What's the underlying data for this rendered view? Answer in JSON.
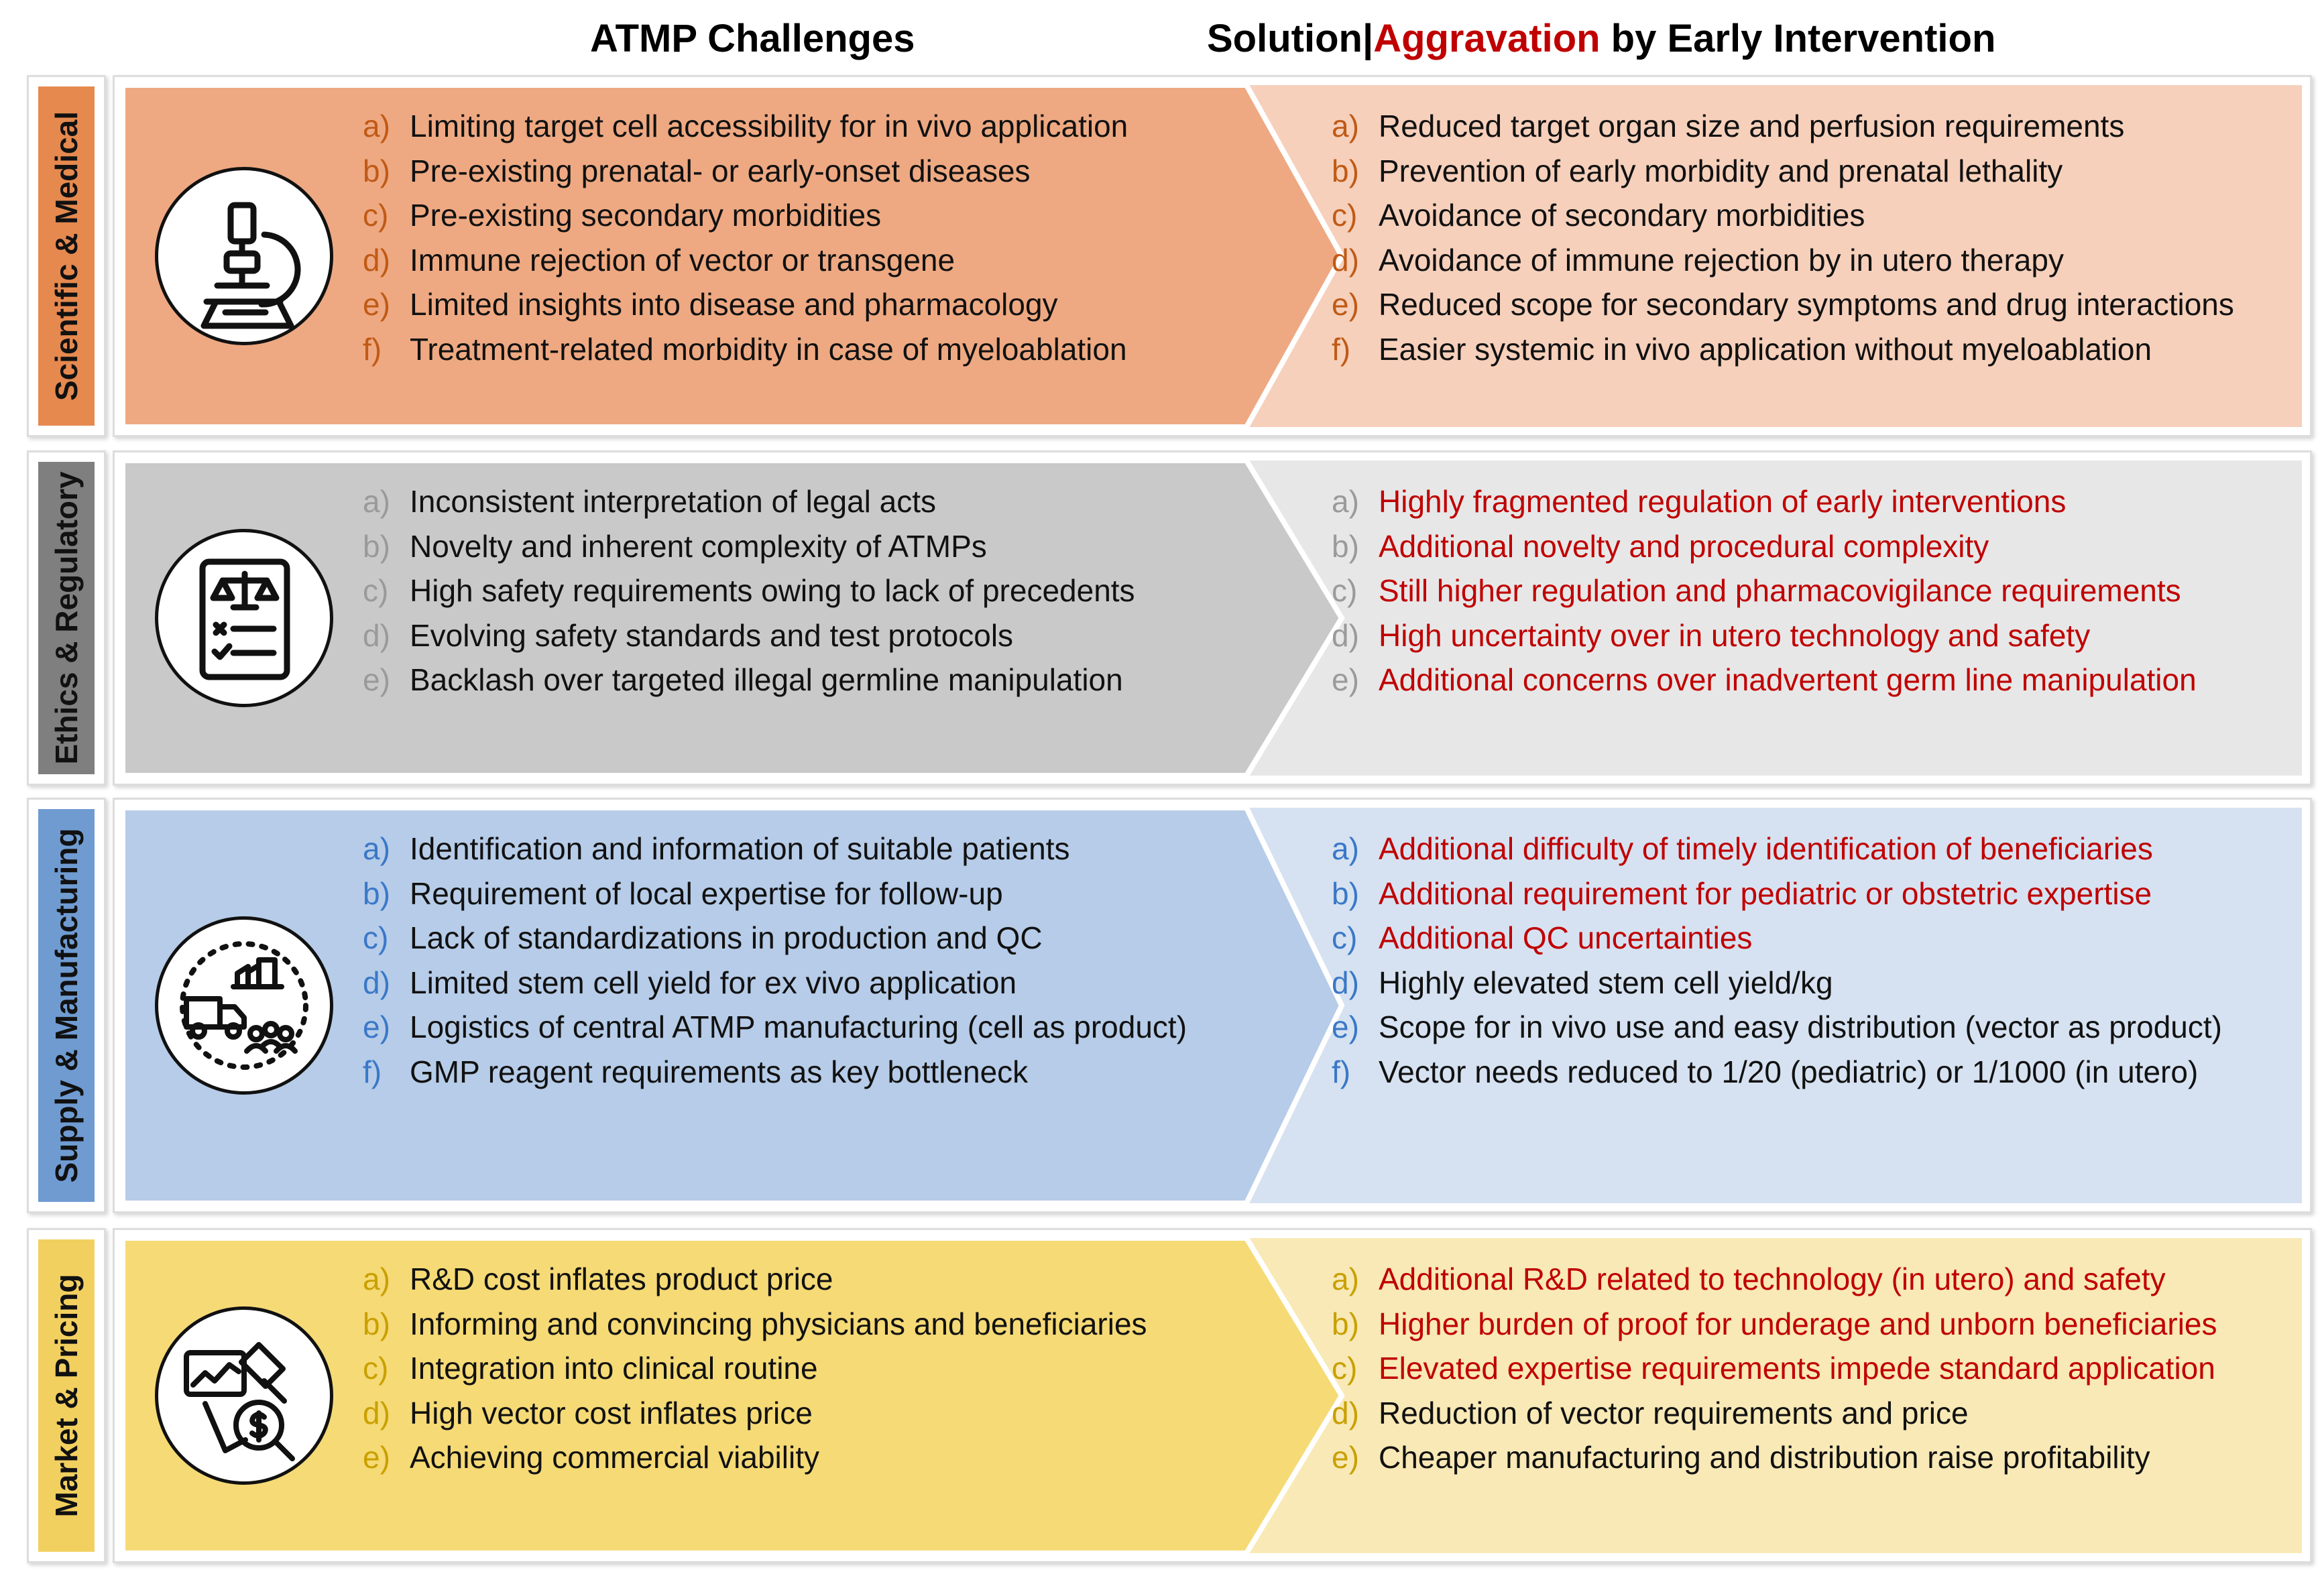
{
  "header": {
    "left_title": "ATMP Challenges",
    "right_prefix": "Solution",
    "right_separator": "|",
    "right_aggravation": "Aggravation",
    "right_suffix": " by Early Intervention"
  },
  "colors": {
    "aggravation": "#c00000",
    "scientific": {
      "tab": "#e5894f",
      "left": "#eea982",
      "right": "#f6d0bb",
      "marker": "#c05a16"
    },
    "ethics": {
      "tab": "#7f7f7f",
      "left": "#c9c9c9",
      "right": "#e7e7e7",
      "marker": "#9a9a9a"
    },
    "supply": {
      "tab": "#6f9bd1",
      "left": "#b6cce8",
      "right": "#d6e2f1",
      "marker": "#3a78c8"
    },
    "market": {
      "tab": "#f2d060",
      "left": "#f5da76",
      "right": "#f8e9b6",
      "marker": "#c9a000"
    }
  },
  "rows": [
    {
      "id": "scientific",
      "label": "Scientific & Medical",
      "icon": "microscope-icon",
      "challenges": [
        {
          "marker": "a)",
          "text": "Limiting target cell accessibility for in vivo application"
        },
        {
          "marker": "b)",
          "text": "Pre-existing prenatal- or early-onset diseases"
        },
        {
          "marker": "c)",
          "text": "Pre-existing secondary morbidities"
        },
        {
          "marker": "d)",
          "text": "Immune rejection of vector or transgene"
        },
        {
          "marker": "e)",
          "text": "Limited insights into disease and pharmacology"
        },
        {
          "marker": "f)",
          "text": "Treatment-related morbidity in case of myeloablation"
        }
      ],
      "solutions": [
        {
          "marker": "a)",
          "text": "Reduced target organ size and perfusion requirements",
          "aggravation": false
        },
        {
          "marker": "b)",
          "text": "Prevention of early morbidity and prenatal lethality",
          "aggravation": false
        },
        {
          "marker": "c)",
          "text": "Avoidance of secondary morbidities",
          "aggravation": false
        },
        {
          "marker": "d)",
          "text": "Avoidance of immune rejection by in utero therapy",
          "aggravation": false
        },
        {
          "marker": "e)",
          "text": "Reduced scope for secondary symptoms and drug interactions",
          "aggravation": false
        },
        {
          "marker": "f)",
          "text": "Easier systemic in vivo application without myeloablation",
          "aggravation": false
        }
      ]
    },
    {
      "id": "ethics",
      "label": "Ethics & Regulatory",
      "icon": "legal-document-icon",
      "challenges": [
        {
          "marker": "a)",
          "text": "Inconsistent interpretation of legal acts"
        },
        {
          "marker": "b)",
          "text": "Novelty and inherent complexity of ATMPs"
        },
        {
          "marker": "c)",
          "text": "High safety requirements owing to lack of precedents"
        },
        {
          "marker": "d)",
          "text": "Evolving safety standards and test protocols"
        },
        {
          "marker": "e)",
          "text": "Backlash over targeted illegal germline manipulation"
        }
      ],
      "solutions": [
        {
          "marker": "a)",
          "text": "Highly fragmented regulation of early interventions",
          "aggravation": true
        },
        {
          "marker": "b)",
          "text": "Additional novelty and procedural complexity",
          "aggravation": true
        },
        {
          "marker": "c)",
          "text": "Still higher regulation and pharmacovigilance requirements",
          "aggravation": true
        },
        {
          "marker": "d)",
          "text": "High uncertainty over in utero technology and safety",
          "aggravation": true
        },
        {
          "marker": "e)",
          "text": "Additional concerns over inadvertent germ line manipulation",
          "aggravation": true
        }
      ]
    },
    {
      "id": "supply",
      "label": "Supply & Manufacturing",
      "icon": "logistics-icon",
      "challenges": [
        {
          "marker": "a)",
          "text": "Identification and information of suitable patients"
        },
        {
          "marker": "b)",
          "text": "Requirement of local expertise for follow-up"
        },
        {
          "marker": "c)",
          "text": "Lack of standardizations in production and QC"
        },
        {
          "marker": "d)",
          "text": "Limited stem cell yield for ex vivo application"
        },
        {
          "marker": "e)",
          "text": "Logistics of central ATMP manufacturing (cell as product)"
        },
        {
          "marker": "f)",
          "text": "GMP reagent requirements as key bottleneck"
        }
      ],
      "solutions": [
        {
          "marker": "a)",
          "text": "Additional difficulty of timely identification of beneficiaries",
          "aggravation": true
        },
        {
          "marker": "b)",
          "text": "Additional requirement for pediatric or obstetric expertise",
          "aggravation": true
        },
        {
          "marker": "c)",
          "text": "Additional QC uncertainties",
          "aggravation": true
        },
        {
          "marker": "d)",
          "text": "Highly elevated stem cell yield/kg",
          "aggravation": false
        },
        {
          "marker": "e)",
          "text": "Scope for in vivo use and easy distribution (vector as product)",
          "aggravation": false
        },
        {
          "marker": "f)",
          "text": "Vector needs reduced to 1/20 (pediatric) or 1/1000 (in utero)",
          "aggravation": false
        }
      ]
    },
    {
      "id": "market",
      "label": "Market & Pricing",
      "icon": "market-analysis-icon",
      "challenges": [
        {
          "marker": "a)",
          "text": "R&D cost inflates product price"
        },
        {
          "marker": "b)",
          "text": "Informing and convincing physicians and beneficiaries"
        },
        {
          "marker": "c)",
          "text": "Integration into clinical routine"
        },
        {
          "marker": "d)",
          "text": "High vector cost inflates price"
        },
        {
          "marker": "e)",
          "text": "Achieving commercial viability"
        }
      ],
      "solutions": [
        {
          "marker": "a)",
          "text": "Additional R&D related to technology (in utero) and safety",
          "aggravation": true
        },
        {
          "marker": "b)",
          "text": "Higher burden of proof for underage and unborn beneficiaries",
          "aggravation": true
        },
        {
          "marker": "c)",
          "text": "Elevated expertise requirements impede standard application",
          "aggravation": true
        },
        {
          "marker": "d)",
          "text": "Reduction of vector requirements and price",
          "aggravation": false
        },
        {
          "marker": "e)",
          "text": "Cheaper manufacturing and distribution raise profitability",
          "aggravation": false
        }
      ]
    }
  ]
}
